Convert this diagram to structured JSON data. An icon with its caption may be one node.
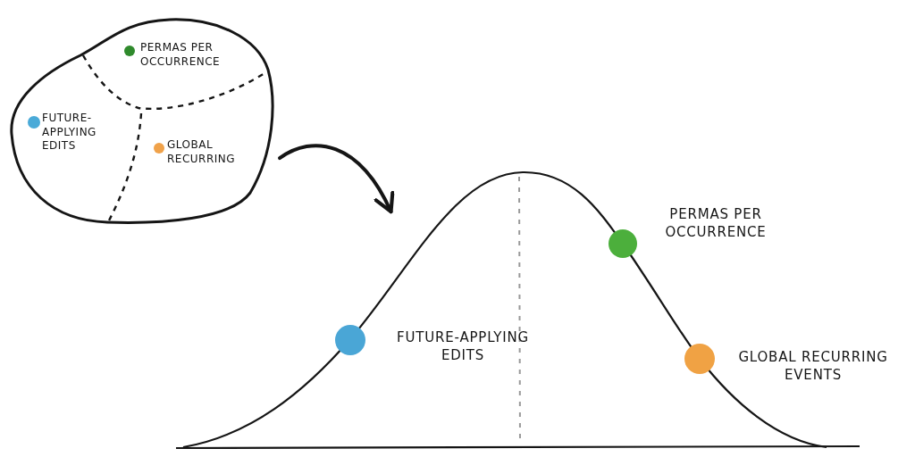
{
  "diagram": {
    "nodes": [
      {
        "text": [],
        "shape": "ellipse"
      },
      {
        "text": [
          "PERMAS PER OCCURRENCE"
        ],
        "in": 0
      },
      {
        "text": [
          "FUTURE-APPLYING EDITS"
        ],
        "in": 0
      },
      {
        "text": [
          "GLOBAL RECURRING"
        ],
        "in": 0
      },
      {
        "text": [],
        "shape": "curve"
      },
      {
        "text": [],
        "shape": "circle",
        "beside": [
          "FUTURE-APPLYING EDITS"
        ],
        "in": 4
      },
      {
        "text": [],
        "shape": "circle",
        "beside": [
          "PERMAS PER OCCURRENCE"
        ],
        "in": 4
      },
      {
        "text": [],
        "shape": "circle",
        "beside": [
          "GLOBAL RECURRING EVENTS"
        ],
        "in": 4
      }
    ],
    "edges": [
      {
        "from": 0,
        "to": 4,
        "arrow": "to"
      }
    ]
  }
}
